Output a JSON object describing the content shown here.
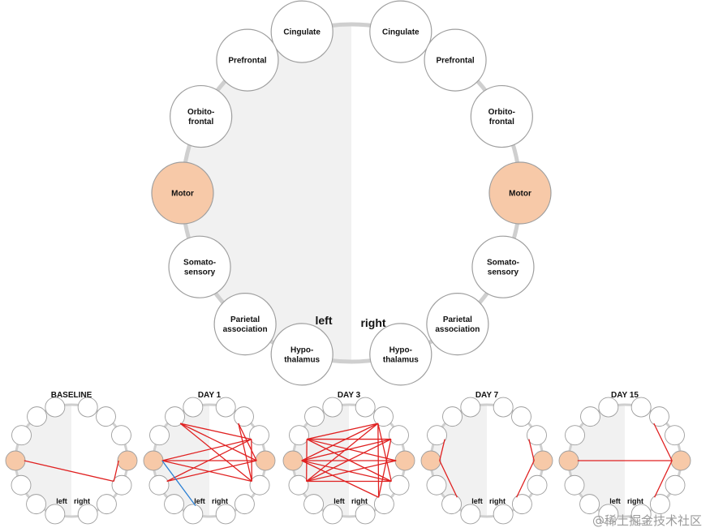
{
  "main": {
    "regions_left": [
      {
        "lines": [
          "Cingulate"
        ],
        "highlight": false
      },
      {
        "lines": [
          "Prefrontal"
        ],
        "highlight": false
      },
      {
        "lines": [
          "Orbito-",
          "frontal"
        ],
        "highlight": false
      },
      {
        "lines": [
          "Motor"
        ],
        "highlight": true
      },
      {
        "lines": [
          "Somato-",
          "sensory"
        ],
        "highlight": false
      },
      {
        "lines": [
          "Parietal",
          "association"
        ],
        "highlight": false
      },
      {
        "lines": [
          "Hypo-",
          "thalamus"
        ],
        "highlight": false
      }
    ],
    "regions_right": [
      {
        "lines": [
          "Cingulate"
        ],
        "highlight": false
      },
      {
        "lines": [
          "Prefrontal"
        ],
        "highlight": false
      },
      {
        "lines": [
          "Orbito-",
          "frontal"
        ],
        "highlight": false
      },
      {
        "lines": [
          "Motor"
        ],
        "highlight": true
      },
      {
        "lines": [
          "Somato-",
          "sensory"
        ],
        "highlight": false
      },
      {
        "lines": [
          "Parietal",
          "association"
        ],
        "highlight": false
      },
      {
        "lines": [
          "Hypo-",
          "thalamus"
        ],
        "highlight": false
      }
    ],
    "left_label": "left",
    "right_label": "right"
  },
  "panels": [
    {
      "title": "BASELINE",
      "left_label": "left",
      "right_label": "right",
      "edges": [
        {
          "from": "L3",
          "to": "R4",
          "color": "red"
        },
        {
          "from": "R4",
          "to": "R3",
          "color": "red"
        }
      ]
    },
    {
      "title": "DAY 1",
      "left_label": "left",
      "right_label": "right",
      "edges": [
        {
          "from": "L3",
          "to": "R3",
          "color": "red"
        },
        {
          "from": "L3",
          "to": "R2",
          "color": "red"
        },
        {
          "from": "L3",
          "to": "R4",
          "color": "red"
        },
        {
          "from": "L4",
          "to": "R3",
          "color": "red"
        },
        {
          "from": "L4",
          "to": "R2",
          "color": "red"
        },
        {
          "from": "L1",
          "to": "R2",
          "color": "red"
        },
        {
          "from": "L1",
          "to": "R3",
          "color": "red"
        },
        {
          "from": "L1",
          "to": "R4",
          "color": "red"
        },
        {
          "from": "R1",
          "to": "R4",
          "color": "red"
        },
        {
          "from": "R2",
          "to": "R4",
          "color": "red"
        },
        {
          "from": "R1",
          "to": "R3",
          "color": "red"
        },
        {
          "from": "L3",
          "to": "L6",
          "color": "blue"
        }
      ]
    },
    {
      "title": "DAY 3",
      "left_label": "left",
      "right_label": "right",
      "edges": [
        {
          "from": "L2",
          "to": "R1",
          "color": "red"
        },
        {
          "from": "L2",
          "to": "R2",
          "color": "red"
        },
        {
          "from": "L2",
          "to": "R3",
          "color": "red"
        },
        {
          "from": "L2",
          "to": "R4",
          "color": "red"
        },
        {
          "from": "L3",
          "to": "R1",
          "color": "red"
        },
        {
          "from": "L3",
          "to": "R2",
          "color": "red"
        },
        {
          "from": "L3",
          "to": "R3",
          "color": "red"
        },
        {
          "from": "L3",
          "to": "R4",
          "color": "red"
        },
        {
          "from": "L4",
          "to": "R1",
          "color": "red"
        },
        {
          "from": "L4",
          "to": "R2",
          "color": "red"
        },
        {
          "from": "L4",
          "to": "R3",
          "color": "red"
        },
        {
          "from": "L4",
          "to": "R4",
          "color": "red"
        },
        {
          "from": "L2",
          "to": "L4",
          "color": "red"
        },
        {
          "from": "R1",
          "to": "R4",
          "color": "red"
        },
        {
          "from": "R2",
          "to": "R5",
          "color": "red"
        },
        {
          "from": "R1",
          "to": "R5",
          "color": "red"
        },
        {
          "from": "L3",
          "to": "R5",
          "color": "red"
        }
      ]
    },
    {
      "title": "DAY 7",
      "left_label": "left",
      "right_label": "right",
      "edges": [
        {
          "from": "L2",
          "to": "L3",
          "color": "red"
        },
        {
          "from": "L3",
          "to": "L5",
          "color": "red"
        },
        {
          "from": "R2",
          "to": "R3",
          "color": "red"
        },
        {
          "from": "R3",
          "to": "R5",
          "color": "red"
        }
      ]
    },
    {
      "title": "DAY 15",
      "left_label": "left",
      "right_label": "right",
      "edges": [
        {
          "from": "L3",
          "to": "R3",
          "color": "red"
        },
        {
          "from": "R1",
          "to": "R3",
          "color": "red"
        },
        {
          "from": "R3",
          "to": "R5",
          "color": "red"
        }
      ]
    }
  ],
  "colors": {
    "motor_fill": "#f7c9a8",
    "node_fill": "#ffffff",
    "node_stroke": "#9e9e9e",
    "ring": "#cfcfcf",
    "left_bg": "#f1f1f1",
    "red_edge": "#e02020",
    "blue_edge": "#2a7fd4"
  },
  "watermark": "@稀土掘金技术社区"
}
